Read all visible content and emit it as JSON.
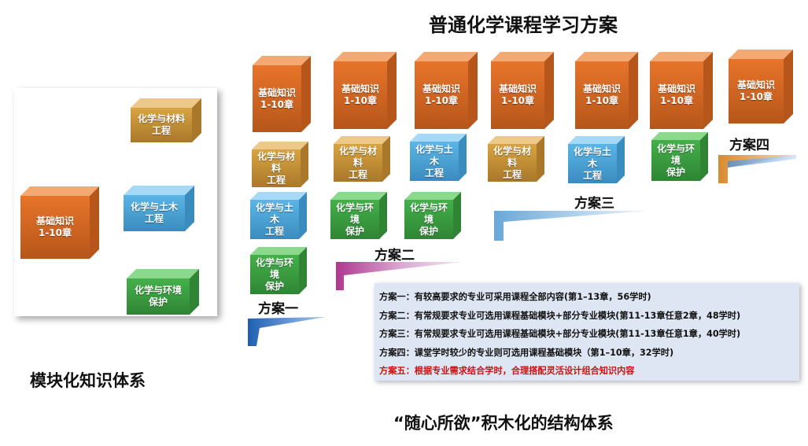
{
  "title": "普通化学课程学习方案",
  "modular_title": "模块化知识体系",
  "structure_title": "“随心所欲”积木化的结构体系",
  "blocks": {
    "core": "基础知识\n1-10章",
    "materials": "化学与材料\n工程",
    "civil": "化学与土木\n工程",
    "environment": "化学与环境\n保护"
  },
  "plans": {
    "plan1": "方案一",
    "plan2": "方案二",
    "plan3": "方案三",
    "plan4": "方案四"
  },
  "legend": [
    "方案一：有较高要求的专业可采用课程全部内容(第1–13章，56学时)",
    "方案二：有常规要求专业可选用课程基础模块+部分专业模块(第11-13章任意2章，48学时)",
    "方案三：有常规要求专业可选用课程基础模块+部分专业模块(第11-13章任意1章，40学时)",
    "方案四：课堂学时较少的专业则可选用课程基础模块（第1–10章，32学时)",
    "方案五：根据专业需求结合学时，合理搭配灵活设计组合知识内容"
  ],
  "colors": {
    "orange": "#e8742a",
    "gold": "#d9a441",
    "blue": "#5bb5e6",
    "green": "#44b04a",
    "highlight": "#cc1111"
  }
}
